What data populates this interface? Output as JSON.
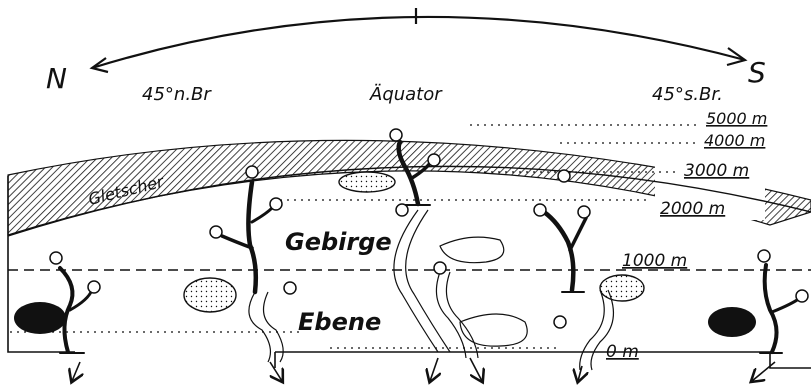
{
  "labels": {
    "north": "N",
    "south": "S",
    "lat_north": "45°n.Br",
    "equator": "Äquator",
    "lat_south": "45°s.Br.",
    "glacier": "Gletscher",
    "mountains": "Gebirge",
    "plain": "Ebene"
  },
  "altitudes": [
    "5000 m",
    "4000 m",
    "3000 m",
    "2000 m",
    "1000 m",
    "0 m"
  ],
  "colors": {
    "ink": "#111111",
    "background": "#ffffff"
  }
}
